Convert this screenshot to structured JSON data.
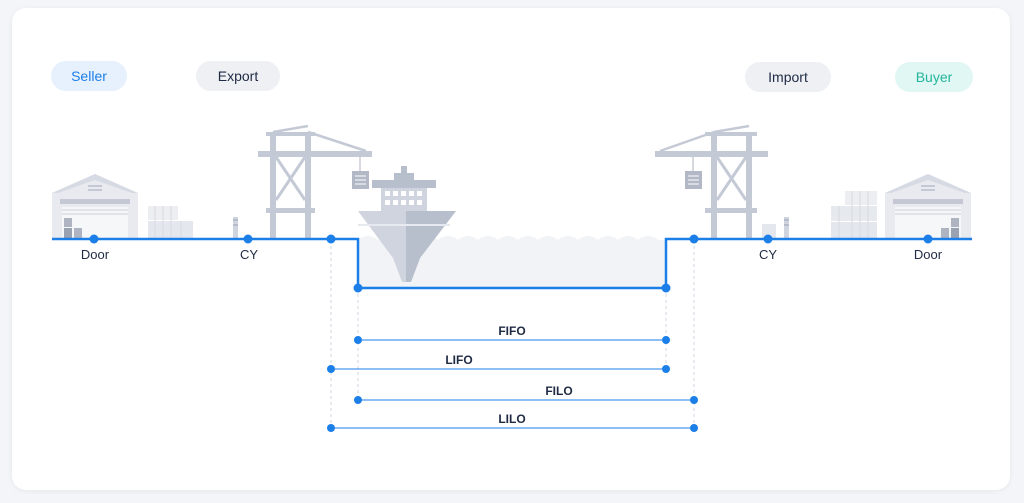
{
  "parties": {
    "seller": "Seller",
    "export": "Export",
    "import": "Import",
    "buyer": "Buyer"
  },
  "points": {
    "door_left": "Door",
    "cy_left": "CY",
    "cy_right": "CY",
    "door_right": "Door"
  },
  "terms": {
    "fifo": "FIFO",
    "lifo": "LIFO",
    "filo": "FILO",
    "lilo": "LILO"
  },
  "colors": {
    "accent": "#1c7fe8",
    "crane": "#c4c9d6",
    "water": "#f2f3f6"
  }
}
